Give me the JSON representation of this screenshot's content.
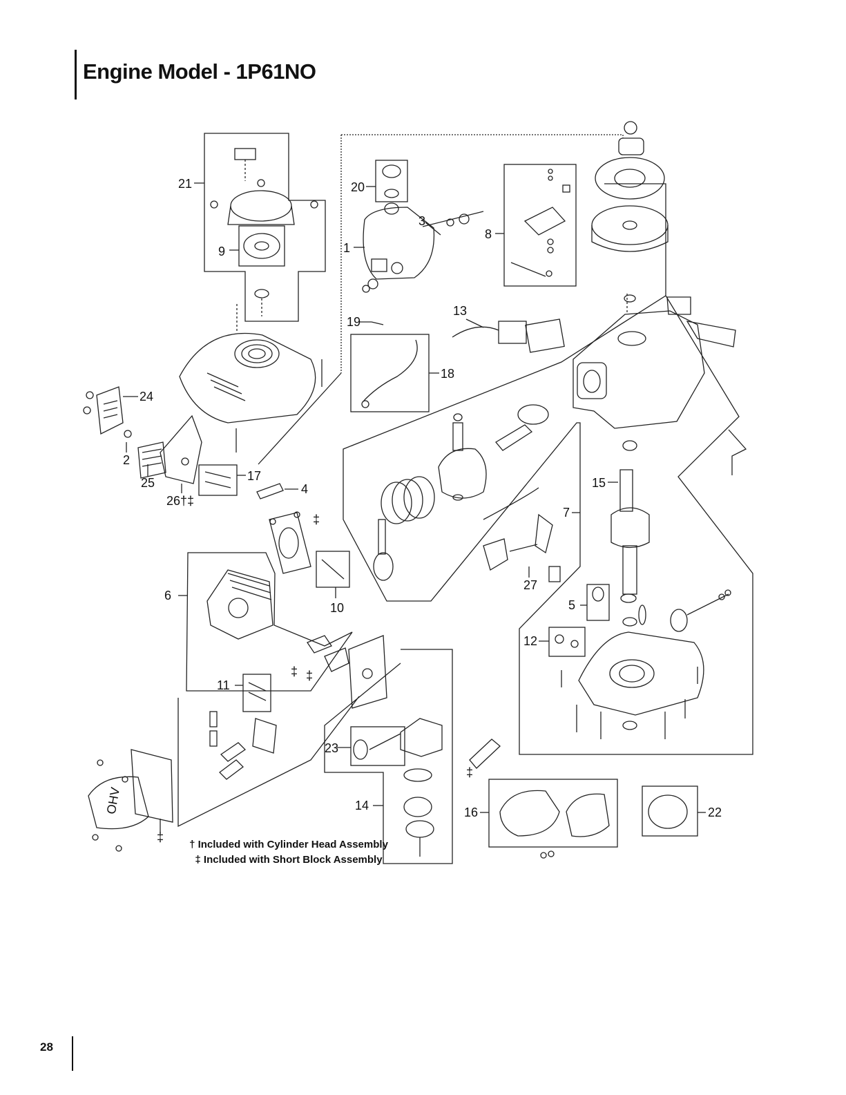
{
  "page": {
    "title": "Engine Model - 1P61NO",
    "page_number": "28"
  },
  "notes": [
    "† Included with Cylinder Head Assembly",
    "‡ Included with Short Block Assembly"
  ],
  "callouts": {
    "c1": "1",
    "c2": "2",
    "c3": "3",
    "c4": "4",
    "c5": "5",
    "c6": "6",
    "c7": "7",
    "c8": "8",
    "c9": "9",
    "c10": "10",
    "c11": "11",
    "c12": "12",
    "c13": "13",
    "c14": "14",
    "c15": "15",
    "c16": "16",
    "c17": "17",
    "c18": "18",
    "c19": "19",
    "c20": "20",
    "c21": "21",
    "c22": "22",
    "c23": "23",
    "c24": "24",
    "c25": "25",
    "c26": "26†‡",
    "c27": "27"
  },
  "marks": {
    "dagger_double": "‡"
  },
  "decals": {
    "ohv_cover": "OHV"
  }
}
